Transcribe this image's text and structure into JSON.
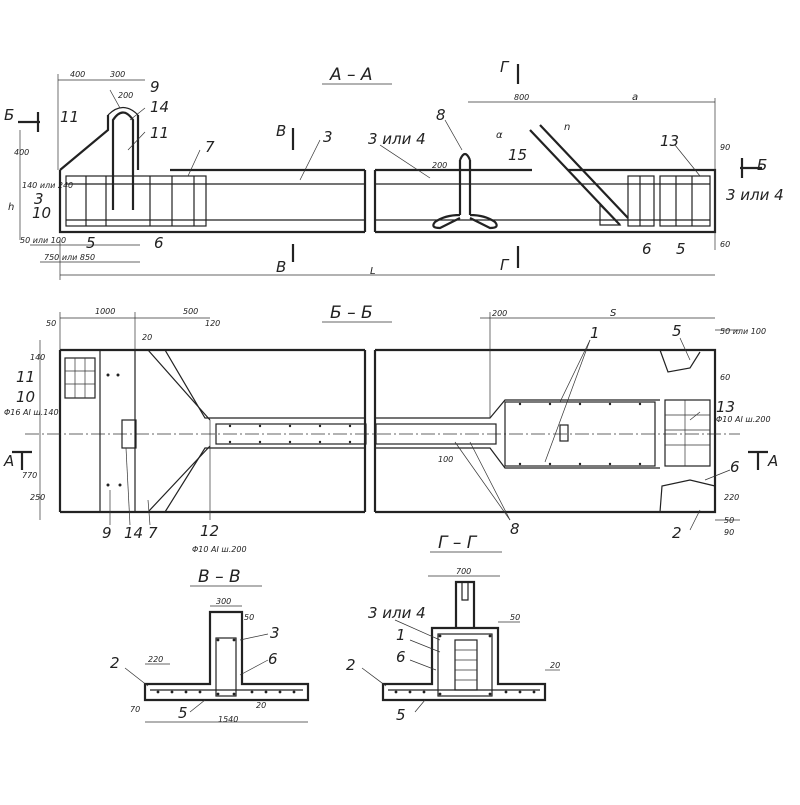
{
  "sections": {
    "aa": "А – А",
    "bb": "Б – Б",
    "vv": "В – В",
    "gg": "Г – Г"
  },
  "cut_marks": {
    "b": "Б",
    "v": "В",
    "g": "Г",
    "a": "А"
  },
  "positions": {
    "p1": "1",
    "p2": "2",
    "p3": "3",
    "p5": "5",
    "p6": "6",
    "p7": "7",
    "p8": "8",
    "p9": "9",
    "p10": "10",
    "p11": "11",
    "p12": "12",
    "p13": "13",
    "p14": "14",
    "p15": "15",
    "p3or4": "3 или 4"
  },
  "dims": {
    "d400": "400",
    "d300": "300",
    "d200": "200",
    "d800": "800",
    "da": "a",
    "d90": "90",
    "d60": "60",
    "d140or240": "140 или 240",
    "dh": "h",
    "d50or100": "50 или 100",
    "d750or850": "750 или 850",
    "dL": "L",
    "d1000": "1000",
    "d500": "500",
    "d120": "120",
    "d20": "20",
    "d50": "50",
    "d140": "140",
    "dS": "S",
    "d770": "770",
    "d250": "250",
    "d100": "100",
    "d220": "220",
    "d1540": "1540",
    "d70": "70",
    "d700": "700",
    "dn": "n",
    "dalpha": "α"
  },
  "rebar_notes": {
    "r16": "Φ16 АⅠ ш.140",
    "r10a": "Φ10 АⅠ ш.200",
    "r10b": "Φ10 АⅠ ш.200"
  }
}
